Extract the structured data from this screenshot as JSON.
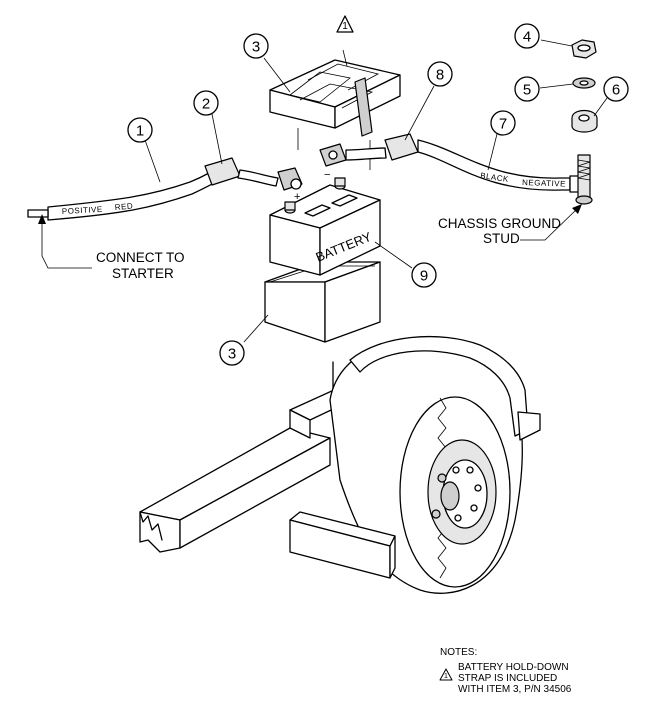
{
  "callouts": {
    "c1": "1",
    "c2": "2",
    "c3_top": "3",
    "c3_bottom": "3",
    "c4": "4",
    "c5": "5",
    "c6": "6",
    "c7": "7",
    "c8": "8",
    "c9": "9",
    "strap_note_ref": "1"
  },
  "cable_labels": {
    "positive": "POSITIVE",
    "red": "RED",
    "black": "BLACK",
    "negative": "NEGATIVE"
  },
  "battery": {
    "label": "BATTERY",
    "plus": "+",
    "minus": "−"
  },
  "labels": {
    "connect_line1": "CONNECT TO",
    "connect_line2": "STARTER",
    "chassis_line1": "CHASSIS GROUND",
    "chassis_line2": "STUD"
  },
  "notes": {
    "title": "NOTES:",
    "triangle_ref": "1",
    "line1": "BATTERY HOLD-DOWN",
    "line2": "STRAP IS INCLUDED",
    "line3": "WITH ITEM 3, P/N 34506"
  }
}
